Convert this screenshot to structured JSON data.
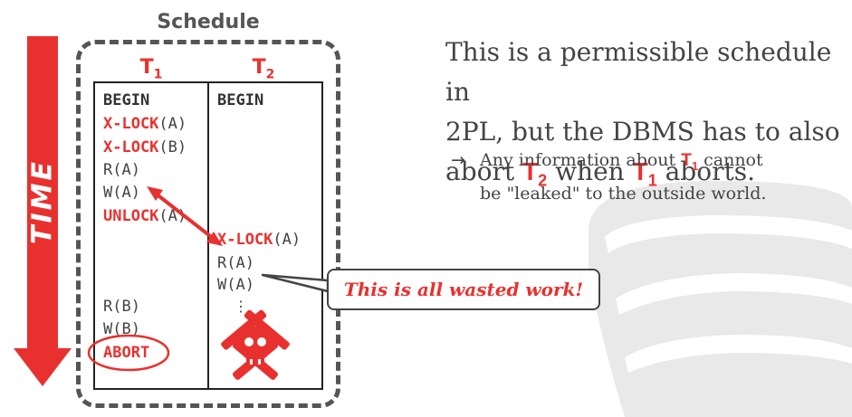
{
  "time_label": "TIME",
  "schedule_title": "Schedule",
  "transactions": [
    {
      "name": "T",
      "sub": "1"
    },
    {
      "name": "T",
      "sub": "2"
    }
  ],
  "t1_ops": {
    "begin": "BEGIN",
    "xlock_a_kw": "X-LOCK",
    "xlock_a_arg": "(A)",
    "xlock_b_kw": "X-LOCK",
    "xlock_b_arg": "(B)",
    "read_a": "R(A)",
    "write_a": "W(A)",
    "unlock_a_kw": "UNLOCK",
    "unlock_a_arg": "(A)",
    "read_b": "R(B)",
    "write_b": "W(B)",
    "abort": "ABORT"
  },
  "t2_ops": {
    "begin": "BEGIN",
    "xlock_a_kw": "X-LOCK",
    "xlock_a_arg": "(A)",
    "read_a": "R(A)",
    "write_a": "W(A)",
    "ellipsis": "⋮"
  },
  "callout_text": "This is all wasted work!",
  "description": {
    "line1": "This is a permissible schedule in",
    "line2": "2PL, but the DBMS has to also",
    "line3_a": "abort",
    "t2_name": "T",
    "t2_sub": "2",
    "line3_b": "when",
    "t1_name": "T",
    "t1_sub": "1",
    "line3_c": "aborts."
  },
  "bullet": {
    "arrow": "→",
    "text_a": "Any information about",
    "t_name": "T",
    "t_sub": "1",
    "text_b": "cannot",
    "text_c": "be \"leaked\" to the outside world."
  },
  "icons": [
    "time-arrow-icon",
    "skull-crossbones-icon",
    "database-logo-icon",
    "bidirectional-arrow-icon"
  ],
  "colors": {
    "accent": "#e8312e",
    "text": "#444444",
    "border": "#555555"
  }
}
